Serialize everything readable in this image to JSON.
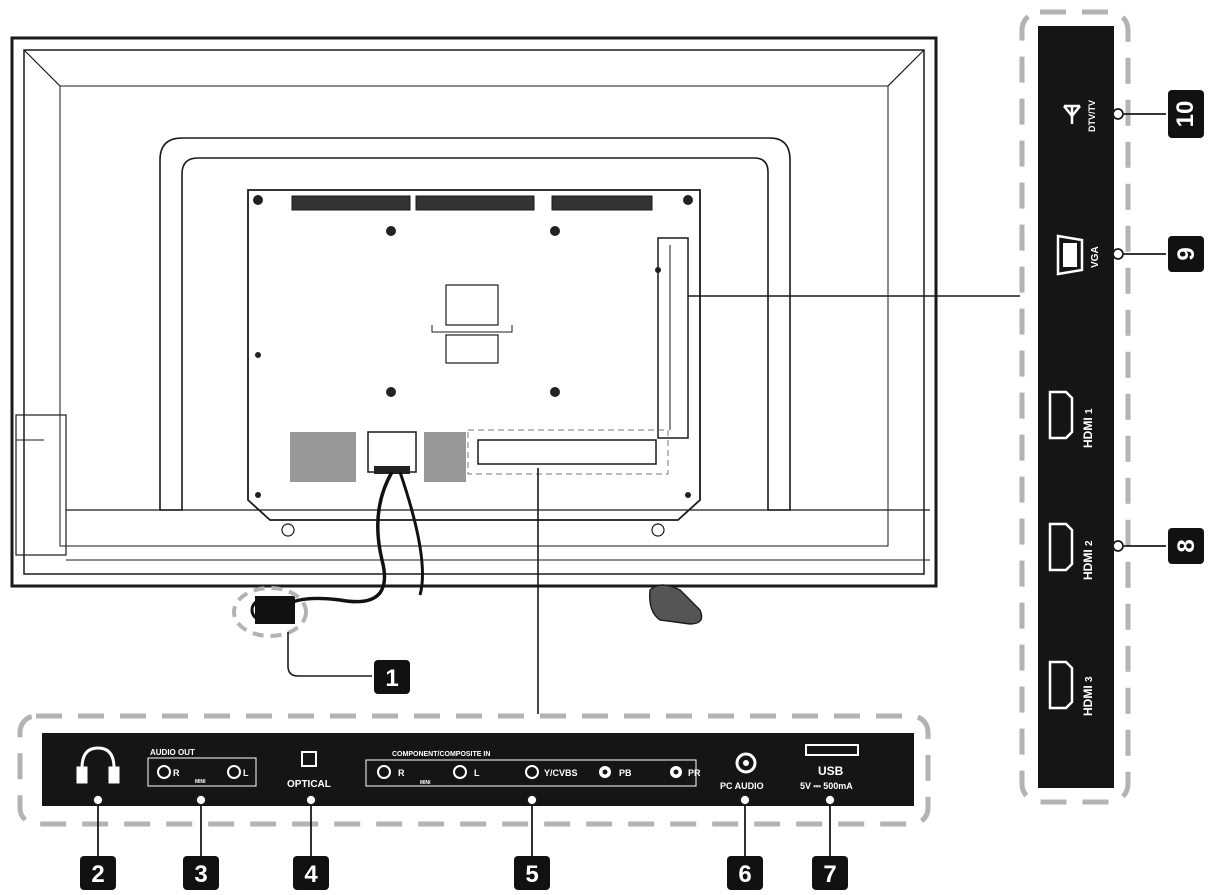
{
  "colors": {
    "panel": "#151515",
    "line": "#1a1a1a",
    "dash": "#b3b3b3",
    "callout_bg": "#111111",
    "callout_text": "#ffffff"
  },
  "bottom_panel": {
    "headphone_icon": "headphones-icon",
    "audio_out": {
      "header": "AUDIO OUT",
      "left_r": "R",
      "right_l": "L",
      "mini": "MINI"
    },
    "optical": {
      "icon": "optical-port-icon",
      "label": "OPTICAL"
    },
    "component": {
      "header": "COMPONENT/COMPOSITE IN",
      "r": "R",
      "l": "L",
      "y": "Y/CVBS",
      "pb": "PB",
      "pr": "PR",
      "mini": "MINI"
    },
    "pc_audio": {
      "label": "PC AUDIO"
    },
    "usb": {
      "label": "USB",
      "spec": "5V ⎓ 500mA"
    }
  },
  "side_panel": {
    "antenna": {
      "icon": "antenna-icon",
      "label": "DTV/TV"
    },
    "vga": {
      "icon": "vga-port-icon",
      "label": "VGA"
    },
    "hdmi1": {
      "label": "HDMI",
      "num": "1"
    },
    "hdmi2": {
      "label": "HDMI",
      "num": "2"
    },
    "hdmi3": {
      "label": "HDMI",
      "num": "3"
    }
  },
  "callouts": {
    "c1": "1",
    "c2": "2",
    "c3": "3",
    "c4": "4",
    "c5": "5",
    "c6": "6",
    "c7": "7",
    "c8": "8",
    "c9": "9",
    "c10": "10"
  }
}
